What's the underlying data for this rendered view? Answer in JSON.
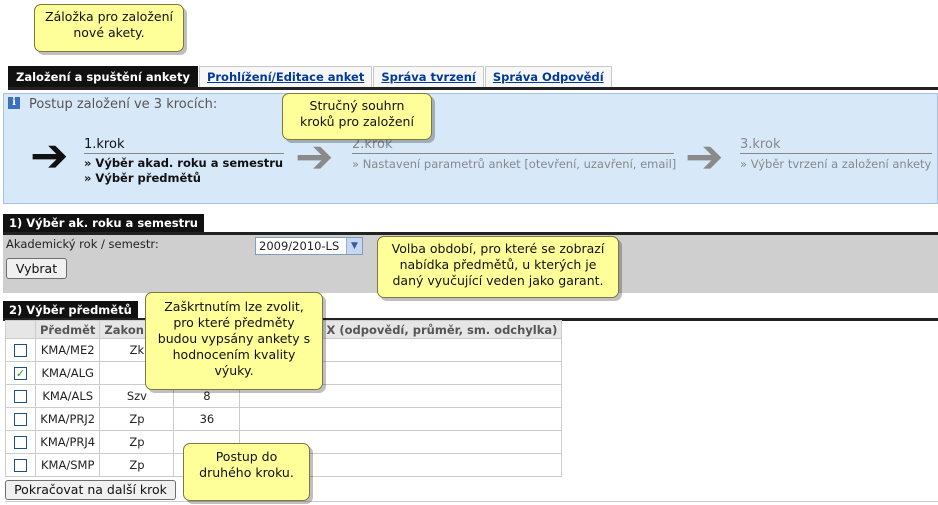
{
  "tabs": [
    {
      "label": "Založení a spuštění ankety",
      "active": true
    },
    {
      "label": "Prohlížení/Editace anket",
      "active": false
    },
    {
      "label": "Správa tvrzení",
      "active": false
    },
    {
      "label": "Správa Odpovědí",
      "active": false
    }
  ],
  "steps": {
    "title": "Postup založení ve 3 krocích:",
    "items": [
      {
        "head": "1.krok",
        "lines": [
          "» Výběr akad. roku a semestru",
          "» Výběr předmětů"
        ]
      },
      {
        "head": "2.krok",
        "lines": [
          "» Nastavení parametrů anket [otevření, uzavření, email]"
        ]
      },
      {
        "head": "3.krok",
        "lines": [
          "» Výběr tvrzení a založení ankety"
        ]
      }
    ]
  },
  "section1": {
    "title": "1) Výběr ak. roku a semestru",
    "year_label": "Akademický rok / semestr:",
    "year_value": "2009/2010-LS",
    "select_button": "Vybrat"
  },
  "section2": {
    "title": "2) Výběr předmětů",
    "columns": [
      "",
      "Předmět",
      "Zakon",
      "",
      "X (odpovědí, průměr, sm. odchylka)"
    ],
    "rows": [
      {
        "checked": false,
        "subject": "KMA/ME2",
        "completion": "Zk",
        "count": ""
      },
      {
        "checked": true,
        "subject": "KMA/ALG",
        "completion": "",
        "count": ""
      },
      {
        "checked": false,
        "subject": "KMA/ALS",
        "completion": "Szv",
        "count": "8"
      },
      {
        "checked": false,
        "subject": "KMA/PRJ2",
        "completion": "Zp",
        "count": "36"
      },
      {
        "checked": false,
        "subject": "KMA/PRJ4",
        "completion": "Zp",
        "count": ""
      },
      {
        "checked": false,
        "subject": "KMA/SMP",
        "completion": "Zp",
        "count": ""
      }
    ],
    "continue_button": "Pokračovat na další krok"
  },
  "callouts": {
    "tab": [
      "Záložka pro založení",
      "nové akety."
    ],
    "steps": [
      "Stručný souhrn",
      "kroků pro založení"
    ],
    "year": [
      "Volba období, pro které se zobrazí",
      "nabídka předmětů, u kterých je",
      "daný vyučující veden jako garant."
    ],
    "checkbox": [
      "Zaškrtnutím lze zvolit,",
      "pro které předměty",
      "budou vypsány ankety s",
      "hodnocením kvality",
      "výuky."
    ],
    "continue": [
      "Postup do",
      "druhého kroku."
    ]
  }
}
